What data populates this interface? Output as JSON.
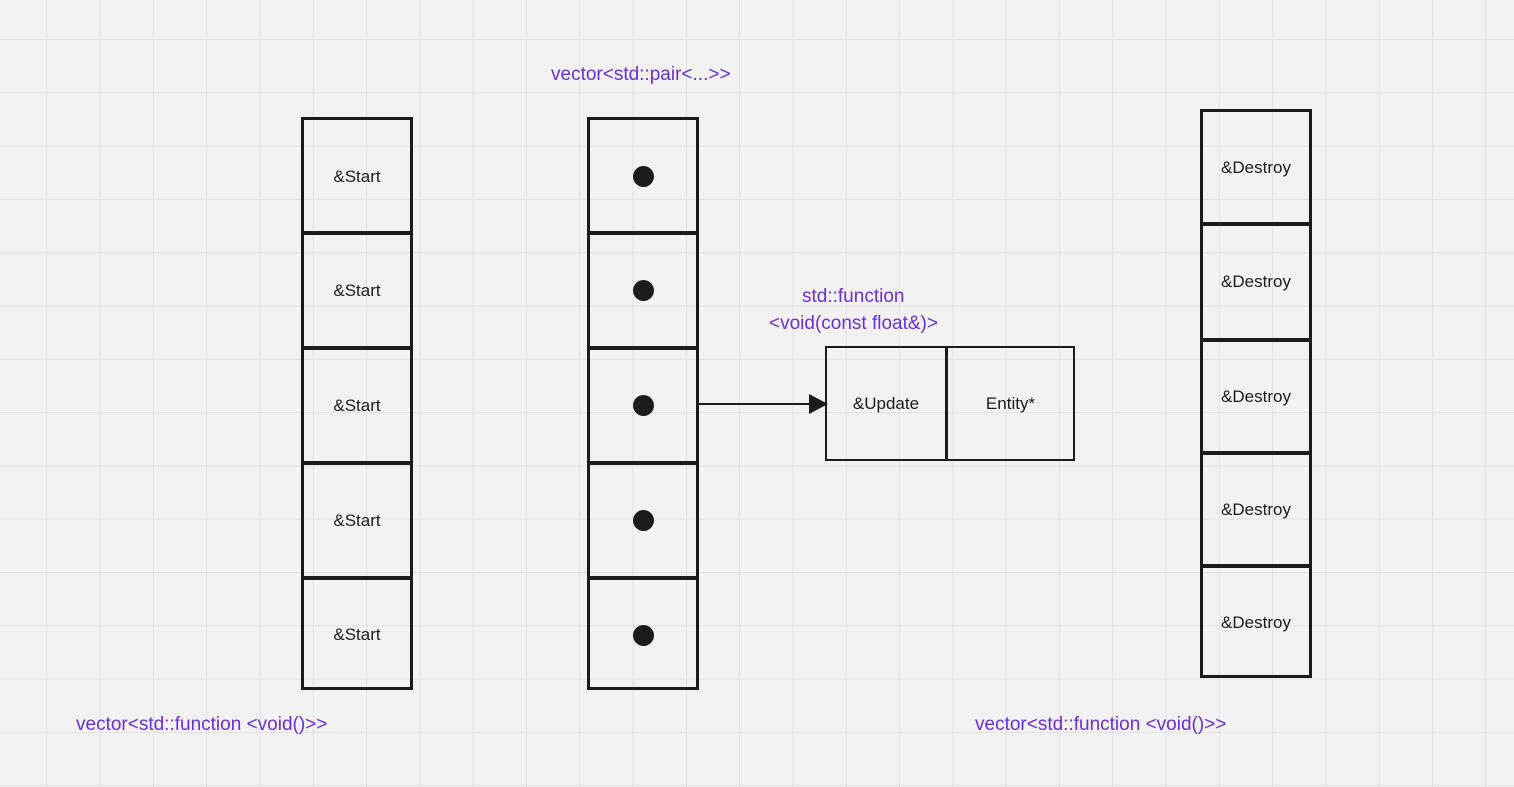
{
  "labels": {
    "left_vector": "vector<std::function <void()>>",
    "middle_vector": "vector<std::pair<...>>",
    "function_type_line1": "std::function",
    "function_type_line2": "<void(const float&)>",
    "right_vector": "vector<std::function <void()>>"
  },
  "start_stack": [
    "&Start",
    "&Start",
    "&Start",
    "&Start",
    "&Start"
  ],
  "pair_stack": [
    "dot",
    "dot",
    "dot",
    "dot",
    "dot"
  ],
  "pair_element": {
    "function": "&Update",
    "entity": "Entity*"
  },
  "destroy_stack": [
    "&Destroy",
    "&Destroy",
    "&Destroy",
    "&Destroy",
    "&Destroy"
  ],
  "colors": {
    "label": "#6b2fd6",
    "stroke": "#1b1b1b",
    "background": "#f2f2f2",
    "grid": "#e2e2e2"
  }
}
